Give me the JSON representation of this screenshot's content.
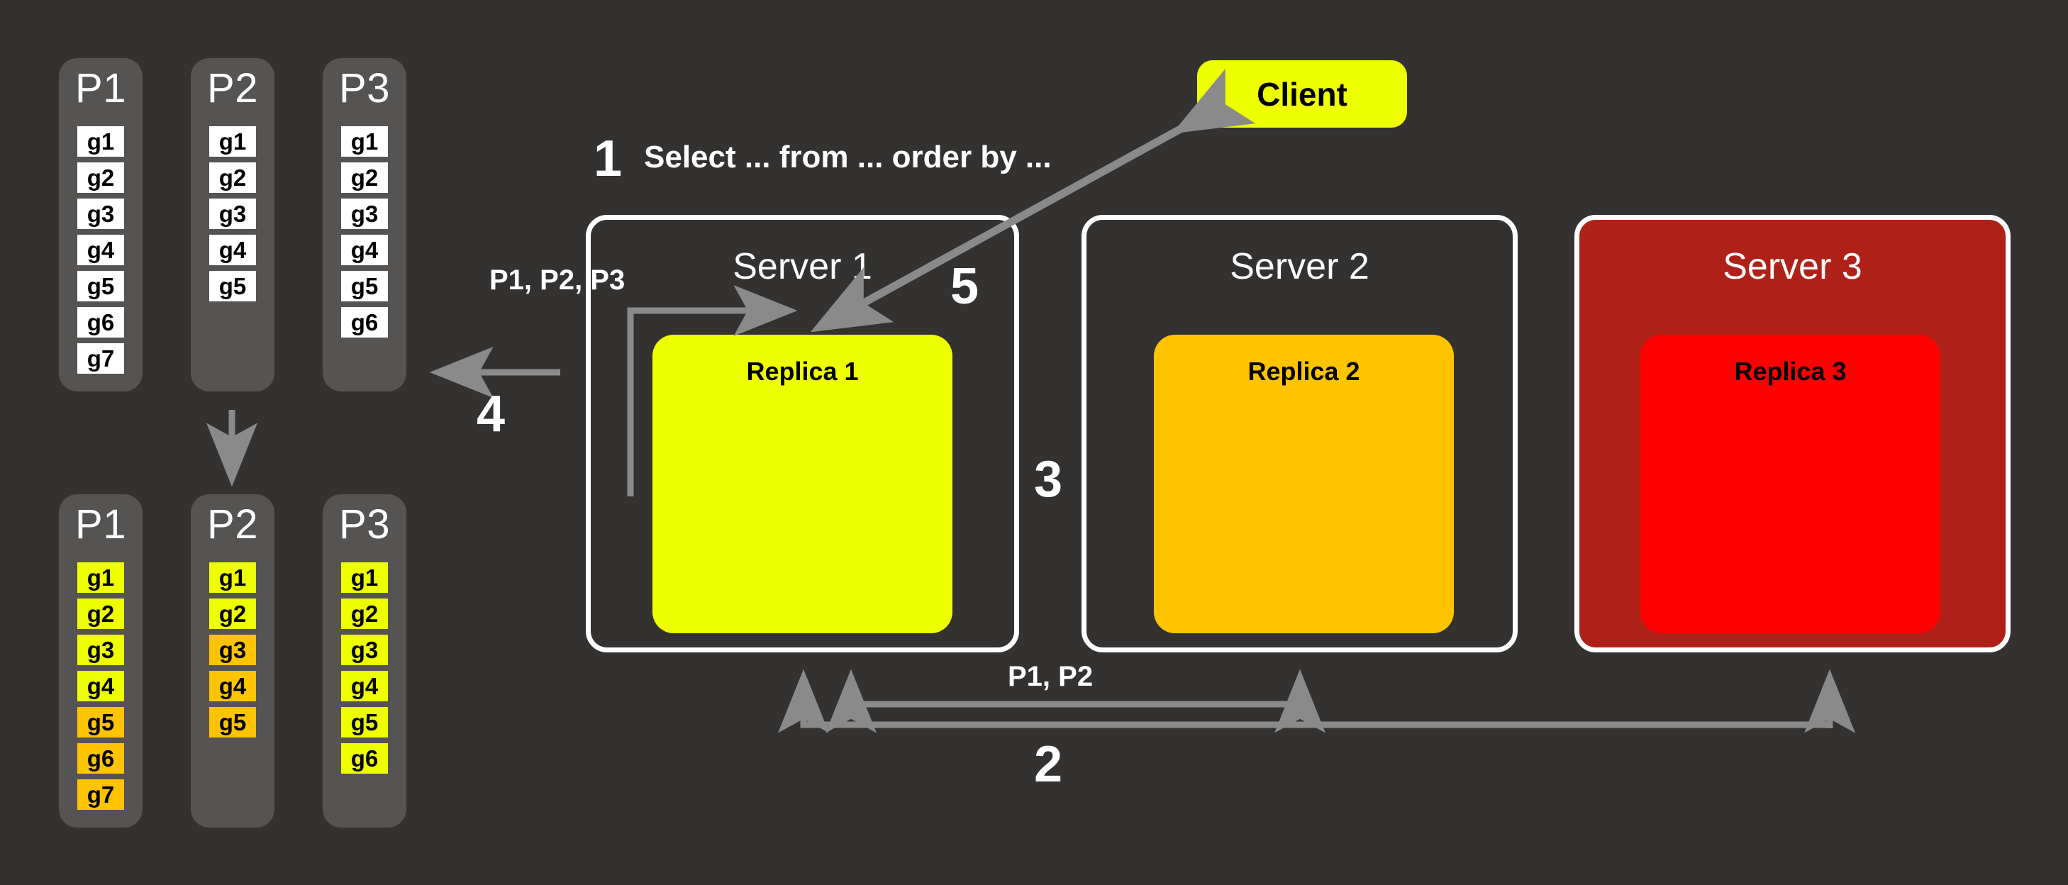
{
  "colors": {
    "background": "#333231",
    "panel": "#555453",
    "cell_white": "#ffffff",
    "cell_yellow": "#EEFF00",
    "cell_orange": "#FFC400",
    "replica_ok": "#EEFF00",
    "replica_warn": "#FFC400",
    "replica_failed": "#FF0000",
    "server_failed_bg": "#AF2118",
    "arrow": "#8A8A8A",
    "text": "#ffffff"
  },
  "partitions_top": [
    {
      "title": "P1",
      "cells": [
        {
          "label": "g1",
          "state": "white"
        },
        {
          "label": "g2",
          "state": "white"
        },
        {
          "label": "g3",
          "state": "white"
        },
        {
          "label": "g4",
          "state": "white"
        },
        {
          "label": "g5",
          "state": "white"
        },
        {
          "label": "g6",
          "state": "white"
        },
        {
          "label": "g7",
          "state": "white"
        }
      ]
    },
    {
      "title": "P2",
      "cells": [
        {
          "label": "g1",
          "state": "white"
        },
        {
          "label": "g2",
          "state": "white"
        },
        {
          "label": "g3",
          "state": "white"
        },
        {
          "label": "g4",
          "state": "white"
        },
        {
          "label": "g5",
          "state": "white"
        }
      ]
    },
    {
      "title": "P3",
      "cells": [
        {
          "label": "g1",
          "state": "white"
        },
        {
          "label": "g2",
          "state": "white"
        },
        {
          "label": "g3",
          "state": "white"
        },
        {
          "label": "g4",
          "state": "white"
        },
        {
          "label": "g5",
          "state": "white"
        },
        {
          "label": "g6",
          "state": "white"
        }
      ]
    }
  ],
  "partitions_bottom": [
    {
      "title": "P1",
      "cells": [
        {
          "label": "g1",
          "state": "yellow"
        },
        {
          "label": "g2",
          "state": "yellow"
        },
        {
          "label": "g3",
          "state": "yellow"
        },
        {
          "label": "g4",
          "state": "yellow"
        },
        {
          "label": "g5",
          "state": "orange"
        },
        {
          "label": "g6",
          "state": "orange"
        },
        {
          "label": "g7",
          "state": "orange"
        }
      ]
    },
    {
      "title": "P2",
      "cells": [
        {
          "label": "g1",
          "state": "yellow"
        },
        {
          "label": "g2",
          "state": "yellow"
        },
        {
          "label": "g3",
          "state": "orange"
        },
        {
          "label": "g4",
          "state": "orange"
        },
        {
          "label": "g5",
          "state": "orange"
        }
      ]
    },
    {
      "title": "P3",
      "cells": [
        {
          "label": "g1",
          "state": "yellow"
        },
        {
          "label": "g2",
          "state": "yellow"
        },
        {
          "label": "g3",
          "state": "yellow"
        },
        {
          "label": "g4",
          "state": "yellow"
        },
        {
          "label": "g5",
          "state": "yellow"
        },
        {
          "label": "g6",
          "state": "yellow"
        }
      ]
    }
  ],
  "client": {
    "label": "Client"
  },
  "servers": [
    {
      "title": "Server 1",
      "replica": "Replica 1",
      "state": "ok"
    },
    {
      "title": "Server 2",
      "replica": "Replica 2",
      "state": "warn"
    },
    {
      "title": "Server 3",
      "replica": "Replica 3",
      "state": "failed"
    }
  ],
  "steps": {
    "one": "1",
    "two": "2",
    "three": "3",
    "four": "4",
    "five": "5"
  },
  "labels": {
    "query": "Select ... from ... order by ...",
    "partitions_all": "P1, P2, P3",
    "partitions_p1p2": "P1, P2"
  }
}
